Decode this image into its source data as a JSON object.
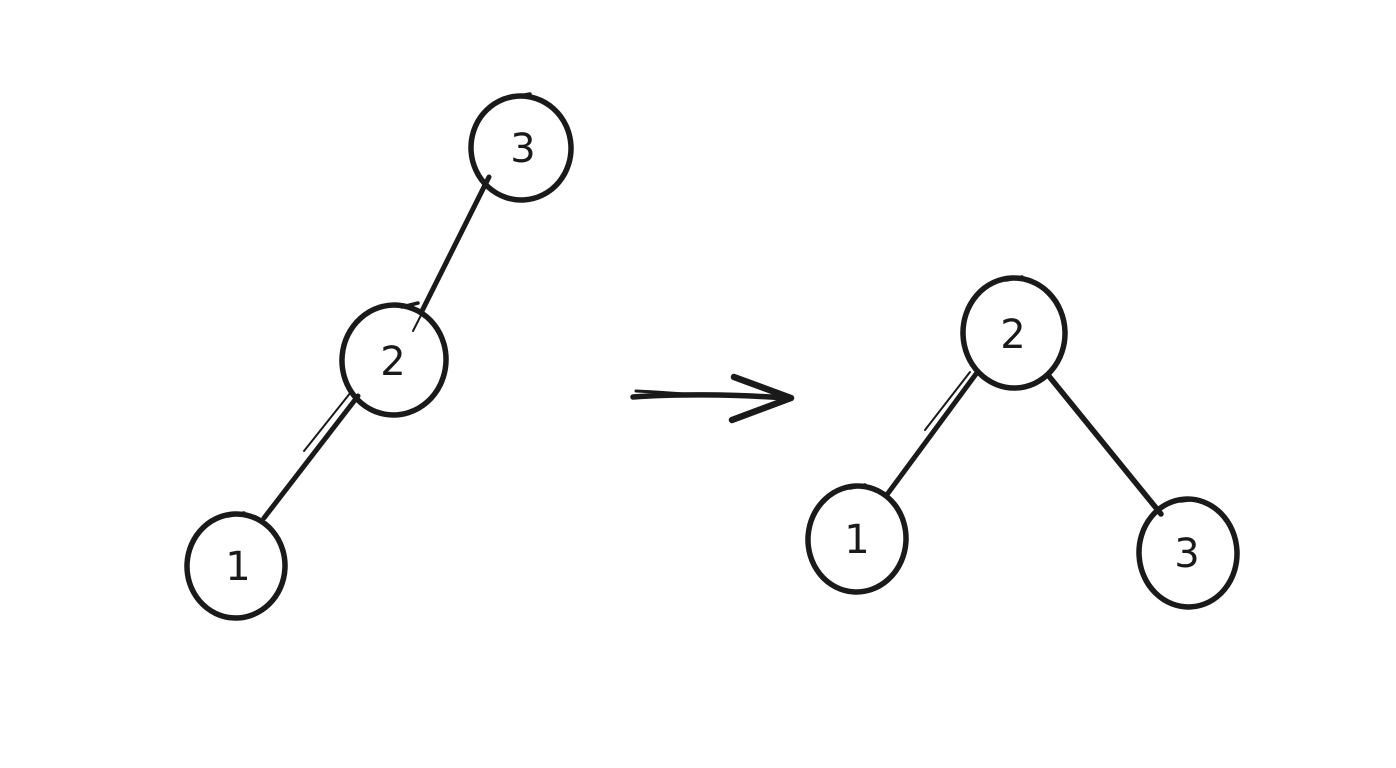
{
  "canvas": {
    "background": "#ffffff",
    "ink": "#1a1a1a"
  },
  "before_tree": {
    "nodes": [
      {
        "label": "3"
      },
      {
        "label": "2"
      },
      {
        "label": "1"
      }
    ],
    "edges": [
      {
        "from": "3",
        "to": "2"
      },
      {
        "from": "2",
        "to": "1"
      }
    ]
  },
  "arrow": {
    "direction": "right"
  },
  "after_tree": {
    "nodes": [
      {
        "label": "2"
      },
      {
        "label": "1"
      },
      {
        "label": "3"
      }
    ],
    "edges": [
      {
        "from": "2",
        "to": "1"
      },
      {
        "from": "2",
        "to": "3"
      }
    ]
  }
}
